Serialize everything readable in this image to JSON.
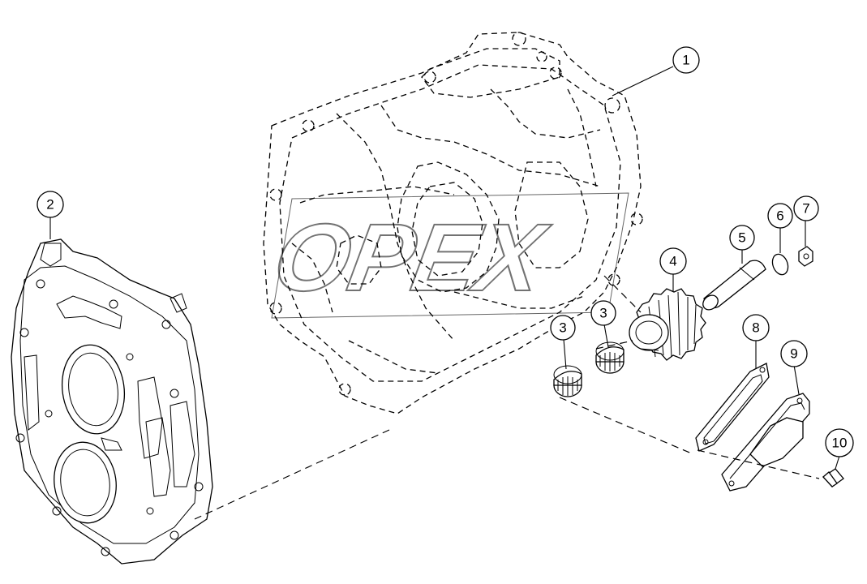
{
  "callouts": [
    {
      "id": "1",
      "label": "1"
    },
    {
      "id": "2",
      "label": "2"
    },
    {
      "id": "3a",
      "label": "3"
    },
    {
      "id": "3b",
      "label": "3"
    },
    {
      "id": "4",
      "label": "4"
    },
    {
      "id": "5",
      "label": "5"
    },
    {
      "id": "6",
      "label": "6"
    },
    {
      "id": "7",
      "label": "7"
    },
    {
      "id": "8",
      "label": "8"
    },
    {
      "id": "9",
      "label": "9"
    },
    {
      "id": "10",
      "label": "10"
    }
  ],
  "watermark": {
    "text": "OPEX"
  }
}
